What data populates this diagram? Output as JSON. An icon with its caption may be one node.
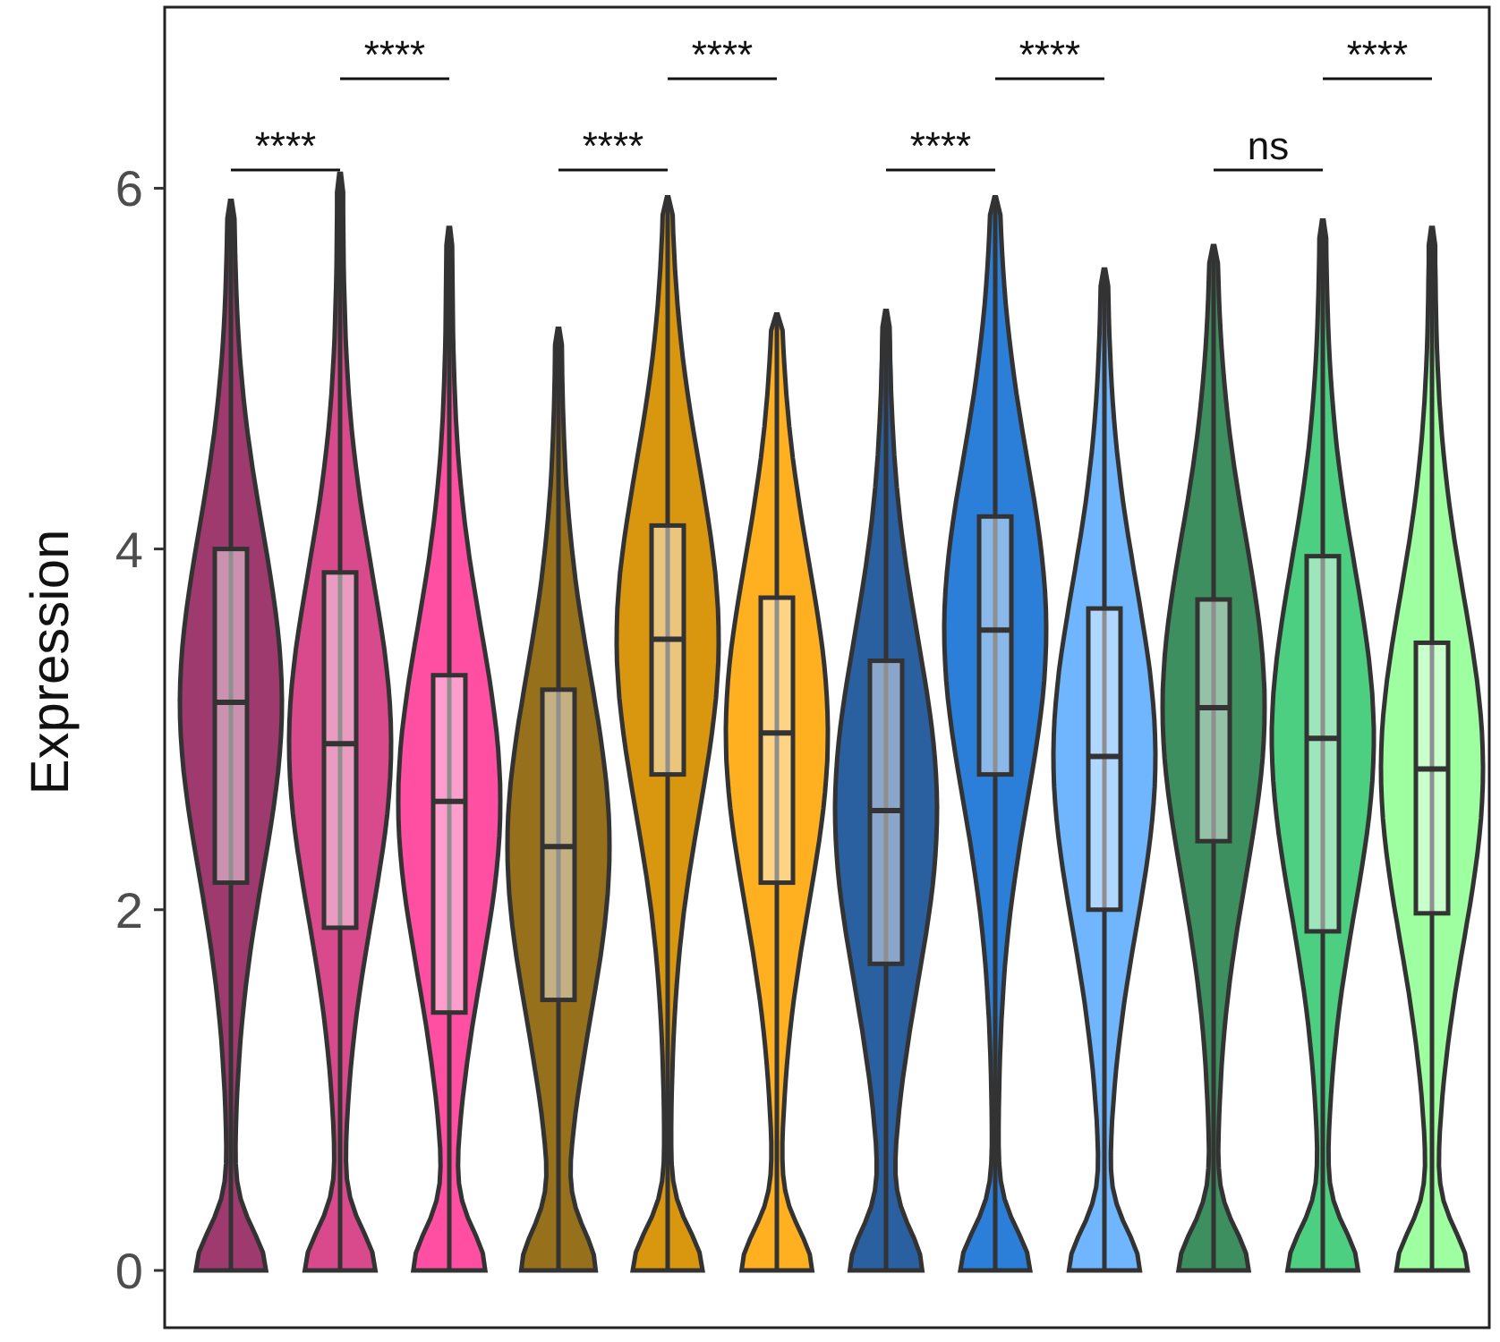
{
  "diagram": {
    "labels": [
      "****",
      "****",
      "****",
      "****",
      "****",
      "****",
      "****",
      "ns",
      "Expression",
      "6",
      "4",
      "2",
      "0"
    ]
  }
}
